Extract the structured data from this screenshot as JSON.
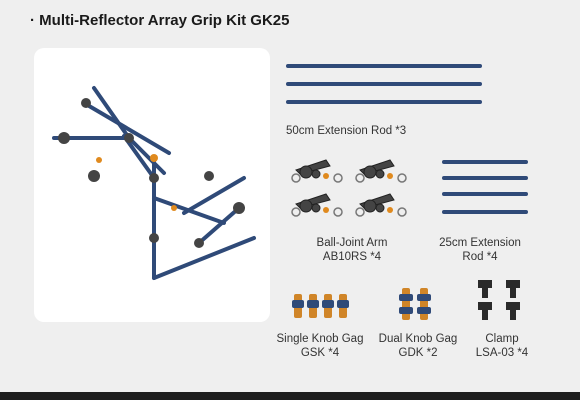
{
  "title": "· Multi-Reflector Array Grip Kit GK25",
  "items": [
    {
      "line1": "50cm Extension Rod *3",
      "line2": ""
    },
    {
      "line1": "Ball-Joint Arm",
      "line2": "AB10RS *4"
    },
    {
      "line1": "25cm Extension",
      "line2": "Rod *4"
    },
    {
      "line1": "Single Knob Gag",
      "line2": "GSK *4"
    },
    {
      "line1": "Dual Knob Gag",
      "line2": "GDK *2"
    },
    {
      "line1": "Clamp",
      "line2": "LSA-03 *4"
    }
  ],
  "colors": {
    "rod": "#2f4a78",
    "joint": "#505050",
    "accent": "#e08a1e",
    "bg": "#efefef"
  }
}
